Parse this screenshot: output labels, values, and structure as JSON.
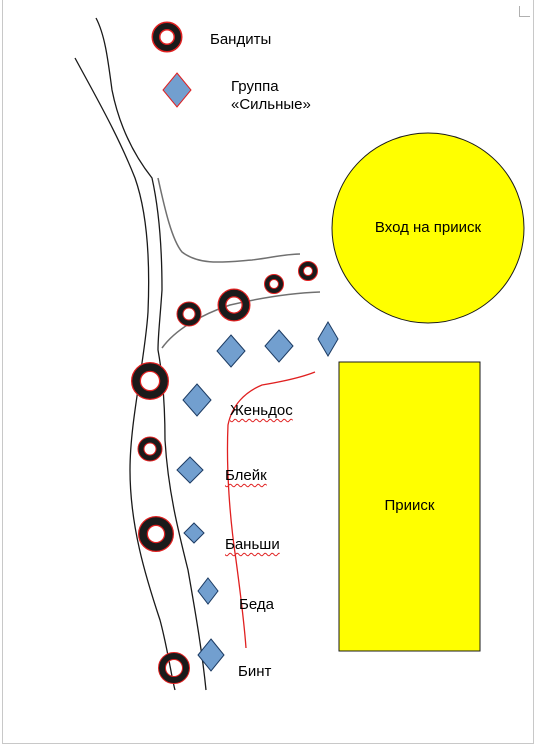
{
  "legend": {
    "bandits_label": "Бандиты",
    "group_label_line1": "Группа",
    "group_label_line2": "«Сильные»"
  },
  "areas": {
    "mine_entrance": "Вход на прииск",
    "mine": "Прииск"
  },
  "names": {
    "n1": "Женьдос",
    "n2": "Блейк",
    "n3": "Баньши",
    "n4": "Беда",
    "n5": "Бинт"
  },
  "colors": {
    "yellow": "#ffff00",
    "diamond_fill": "#729fcf",
    "diamond_stroke": "#1c3b63",
    "ring": "#1a1a1a",
    "ring_outline": "#e02020",
    "route": "#e02020"
  }
}
